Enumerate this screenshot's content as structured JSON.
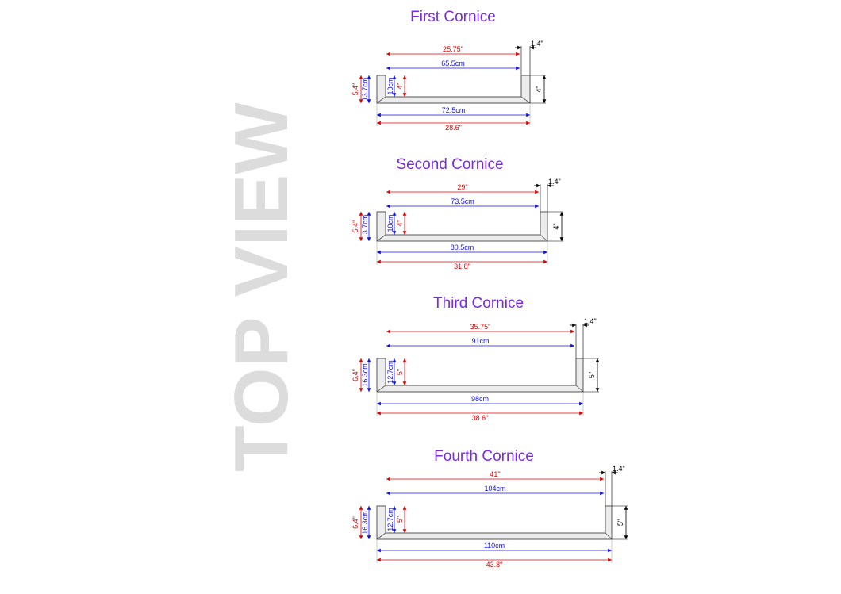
{
  "side_label": "TOP VIEW",
  "cornices": [
    {
      "title": "First Cornice",
      "inner_in": "25.75\"",
      "inner_cm": "65.5cm",
      "total_cm": "72.5cm",
      "total_in": "28.6\"",
      "thickness": "1.4\"",
      "depth_in": "5.4\"",
      "depth_cm": "13.7cm",
      "lip_cm": "10cm",
      "lip_in": "4\"",
      "right_lip": "4\""
    },
    {
      "title": "Second Cornice",
      "inner_in": "29\"",
      "inner_cm": "73.5cm",
      "total_cm": "80.5cm",
      "total_in": "31.8\"",
      "thickness": "1.4\"",
      "depth_in": "5.4\"",
      "depth_cm": "13.7cm",
      "lip_cm": "10cm",
      "lip_in": "4\"",
      "right_lip": "4\""
    },
    {
      "title": "Third Cornice",
      "inner_in": "35.75\"",
      "inner_cm": "91cm",
      "total_cm": "98cm",
      "total_in": "38.6\"",
      "thickness": "1.4\"",
      "depth_in": "6.4\"",
      "depth_cm": "16.3cm",
      "lip_cm": "12.7cm",
      "lip_in": "5\"",
      "right_lip": "5\""
    },
    {
      "title": "Fourth Cornice",
      "inner_in": "41\"",
      "inner_cm": "104cm",
      "total_cm": "110cm",
      "total_in": "43.8\"",
      "thickness": "1.4\"",
      "depth_in": "6.4\"",
      "depth_cm": "16.3cm",
      "lip_cm": "12.7cm",
      "lip_in": "5\"",
      "right_lip": "5\""
    }
  ],
  "colors": {
    "title": "#7a2ae0",
    "inches": "#e00000",
    "centimeters": "#1010e0",
    "shelf_fill": "#ececec",
    "watermark": "#dcdcdc"
  }
}
